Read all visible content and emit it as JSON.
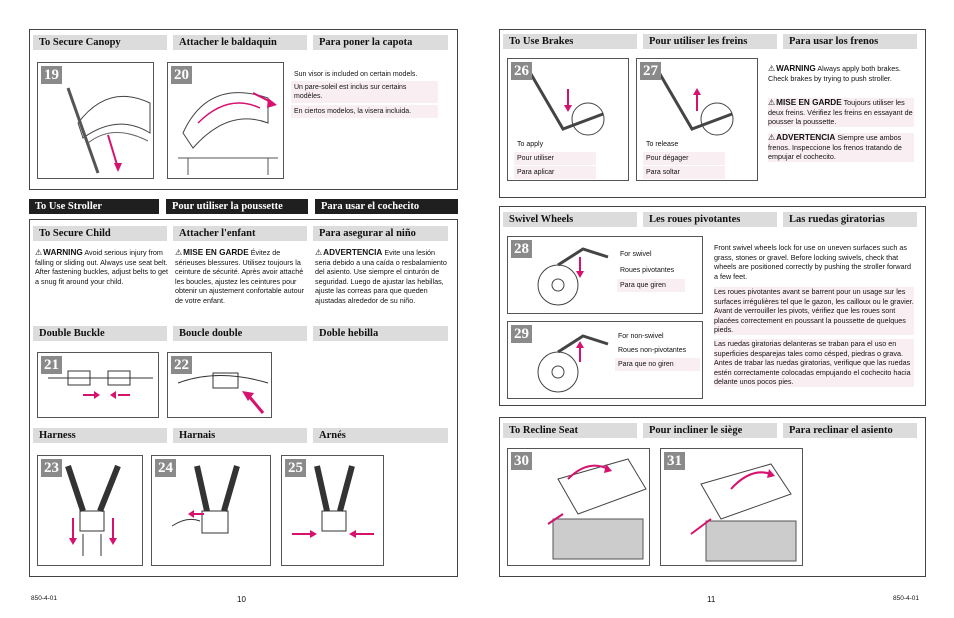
{
  "left_page": {
    "canopy": {
      "headers": [
        "To Secure Canopy",
        "Attacher le baldaquin",
        "Para poner la capota"
      ],
      "fig19": "19",
      "fig20": "20",
      "notes": [
        "Sun visor is included on certain models.",
        "Un pare-soleil est inclus sur certains modèles.",
        "En ciertos modelos, la visera incluida."
      ]
    },
    "use_stroller": [
      "To Use Stroller",
      "Pour utiliser la poussette",
      "Para usar el cochecito"
    ],
    "secure_child": {
      "headers": [
        "To Secure Child",
        "Attacher l'enfant",
        "Para asegurar al niño"
      ],
      "warn_en_head": "WARNING",
      "warn_en": "Avoid serious injury from falling or sliding out. Always use seat belt. After fastening buckles, adjust belts to get a snug fit around your child.",
      "warn_fr_head": "MISE EN GARDE",
      "warn_fr": "Évitez de sérieuses blessures. Utilisez toujours la ceinture de sécurité. Après avoir attaché les boucles, ajustez les ceintures pour obtenir un ajustement confortable autour de votre enfant.",
      "warn_es_head": "ADVERTENCIA",
      "warn_es": "Evite una lesión seria debido a una caída o resbalamiento del asiento. Use siempre el cinturón de seguridad. Luego de ajustar las hebillas, ajuste las correas para que queden ajustadas alrededor de su niño."
    },
    "double_buckle": {
      "headers": [
        "Double Buckle",
        "Boucle double",
        "Doble hebilla"
      ],
      "fig21": "21",
      "fig22": "22"
    },
    "harness": {
      "headers": [
        "Harness",
        "Harnais",
        "Arnés"
      ],
      "fig23": "23",
      "fig24": "24",
      "fig25": "25"
    },
    "footer_code": "850-4-01",
    "page_number": "10"
  },
  "right_page": {
    "brakes": {
      "headers": [
        "To Use Brakes",
        "Pour utiliser les freins",
        "Para usar los frenos"
      ],
      "fig26": "26",
      "fig27": "27",
      "apply": [
        "To apply",
        "Pour utiliser",
        "Para aplicar"
      ],
      "release": [
        "To release",
        "Pour dégager",
        "Para soltar"
      ],
      "warn_en_head": "WARNING",
      "warn_en": "Always apply both brakes. Check brakes by trying to push stroller.",
      "warn_fr_head": "MISE EN GARDE",
      "warn_fr": "Toujours utiliser les deux freins. Vérifiez les freins en essayant de pousser la poussette.",
      "warn_es_head": "ADVERTENCIA",
      "warn_es": "Siempre use ambos frenos. Inspeccione los frenos tratando de empujar el cochecito."
    },
    "swivel": {
      "headers": [
        "Swivel Wheels",
        "Les roues pivotantes",
        "Las ruedas giratorias"
      ],
      "fig28": "28",
      "fig29": "29",
      "for_swivel": [
        "For swivel",
        "Roues pivotantes",
        "Para que giren"
      ],
      "non_swivel": [
        "For non-swivel",
        "Roues non-pivotantes",
        "Para que no giren"
      ],
      "text_en": "Front swivel wheels lock for use on uneven surfaces such as grass, stones or gravel. Before locking swivels, check that wheels are positioned correctly by pushing the stroller forward a few feet.",
      "text_fr": "Les roues pivotantes avant se barrent pour un usage sur les surfaces irrégulières tel que le gazon, les cailloux ou le gravier. Avant de verrouiller les pivots, vérifiez que les roues sont placées correctement en poussant la poussette de quelques pieds.",
      "text_es": "Las ruedas giratorias delanteras se traban para el uso en superficies desparejas tales como césped, piedras o grava. Antes de trabar las ruedas giratorias, verifique que las ruedas estén correctamente colocadas empujando el cochecito hacia delante unos pocos pies."
    },
    "recline": {
      "headers": [
        "To Recline Seat",
        "Pour incliner le siège",
        "Para reclinar el asiento"
      ],
      "fig30": "30",
      "fig31": "31"
    },
    "page_number": "11",
    "footer_code": "850-4-01"
  },
  "colors": {
    "accent": "#d6116e",
    "header_bg": "#dcdcdc",
    "dark_header": "#1f1f1f"
  }
}
